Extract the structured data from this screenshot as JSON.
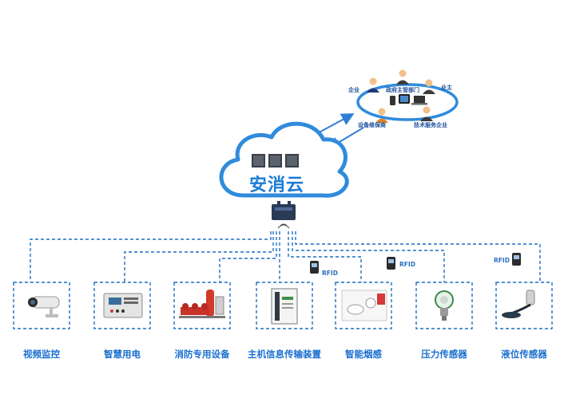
{
  "cloud": {
    "title": "安消云"
  },
  "stakeholders": {
    "enterprise": "企业",
    "government": "政府主管部门",
    "owner": "业主",
    "maintainer": "设备维保商",
    "tech_service": "技术服务企业"
  },
  "rfid_label": "RFID",
  "devices": [
    {
      "label": "视频监控",
      "icon": "security-camera-icon"
    },
    {
      "label": "智慧用电",
      "icon": "smart-power-meter-icon"
    },
    {
      "label": "消防专用设备",
      "icon": "fire-pump-equipment-icon"
    },
    {
      "label": "主机信息传输装置",
      "icon": "transmission-cabinet-icon"
    },
    {
      "label": "智能烟感",
      "icon": "smoke-detector-icon"
    },
    {
      "label": "压力传感器",
      "icon": "pressure-sensor-icon"
    },
    {
      "label": "液位传感器",
      "icon": "level-sensor-icon"
    }
  ],
  "colors": {
    "accent": "#1a7ad6",
    "dashed": "#1f6fc4",
    "label": "#1a6fd0"
  }
}
